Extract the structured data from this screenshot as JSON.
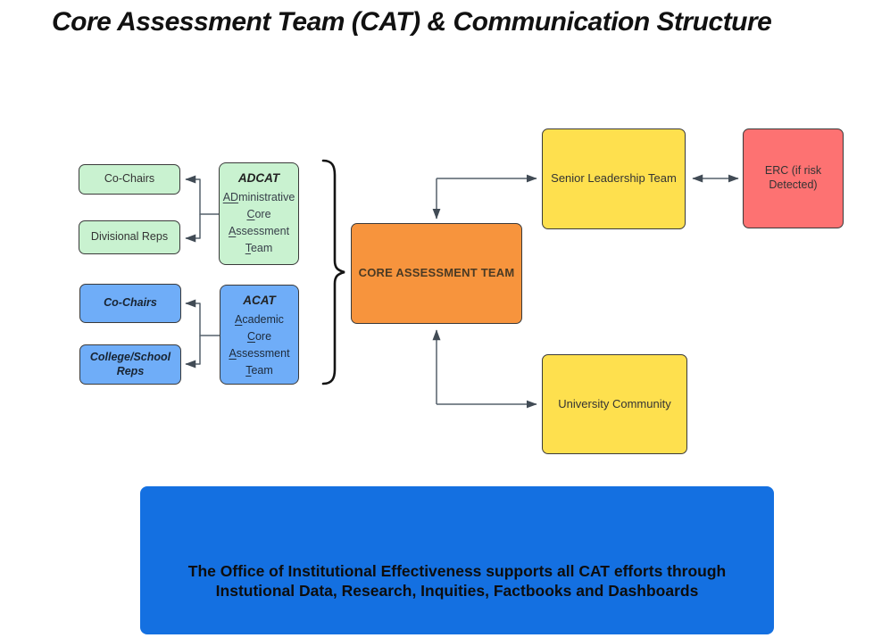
{
  "page_title": "Core Assessment Team (CAT) & Communication Structure",
  "colors": {
    "green": "#c9f2d0",
    "blue": "#6fadf8",
    "orange": "#f7943d",
    "yellow": "#fee04e",
    "red": "#fd7272",
    "banner_blue": "#1470e1",
    "connector_gray": "#55606b"
  },
  "admin_group": {
    "co_chairs": "Co-Chairs",
    "divisional_reps": "Divisional Reps",
    "team": {
      "acronym": "ADCAT",
      "lines": [
        {
          "u": "AD",
          "r": "ministrative"
        },
        {
          "u": "C",
          "r": "ore"
        },
        {
          "u": "A",
          "r": "ssessment"
        },
        {
          "u": "T",
          "r": "eam"
        }
      ]
    }
  },
  "academic_group": {
    "co_chairs": "Co-Chairs",
    "college_school_reps": "College/School Reps",
    "team": {
      "acronym": "ACAT",
      "lines": [
        {
          "u": "A",
          "r": "cademic"
        },
        {
          "u": "C",
          "r": "ore"
        },
        {
          "u": "A",
          "r": "ssessment"
        },
        {
          "u": "T",
          "r": "eam"
        }
      ]
    }
  },
  "core_team_label": "CORE ASSESSMENT TEAM",
  "senior_leadership_label": "Senior Leadership Team",
  "erc_label": "ERC (if risk Detected)",
  "university_community_label": "University Community",
  "banner": {
    "line1": "The Office of Institutional Effectiveness supports all CAT efforts through",
    "line2": "Instutional Data, Research, Inquities, Factbooks and Dashboards"
  }
}
